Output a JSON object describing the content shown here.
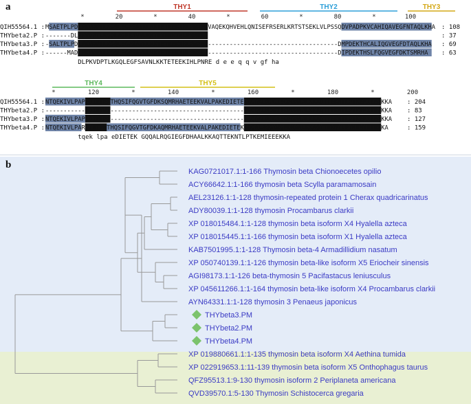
{
  "panels": {
    "a_label": "a",
    "b_label": "b"
  },
  "alignment": {
    "block1": {
      "domains": [
        {
          "name": "THY1",
          "color": "#c0392b"
        },
        {
          "name": "THY2",
          "color": "#2e9fd8"
        },
        {
          "name": "THY3",
          "color": "#d4a817"
        }
      ],
      "ticks": [
        "*",
        "20",
        "*",
        "40",
        "*",
        "60",
        "*",
        "80",
        "*",
        "100"
      ],
      "rows": [
        {
          "name": "QIH55564.1 :",
          "seq": "MSAETPLPDLPKVDPTLKGQLEGFSAVNLKKTETEEKIHLPNREDVAQEKQHVEHLQNISEFRSERLKRTSTSEKLVLPSSQDVPADPKVCAHIQAVEGFNTAQLKHA",
          "end": ": 108"
        },
        {
          "name": "THYbeta2.P :",
          "seq": "-------DLPKVDPTLKGQLEGFSAVNLKKTETEEKIHLPNRE",
          "end": ": 37"
        },
        {
          "name": "THYbeta3.P :",
          "seq": "-SALTPLPDLPKVDPTLKGQLEGFSAVNLKKTETEEKIHLPNRE-------------------------------------DMPDEKTHCALIQGVEGFDTAQLKHA",
          "end": ": 69"
        },
        {
          "name": "THYbeta4.P :",
          "seq": "------MADLPKVDPTLKGQLEGFSAVNLKKTETEEKIHLPNRE-------------------------------------DIPDEKTHSLFQGVEGFDKTSMRHA",
          "end": ": 63"
        }
      ],
      "consensus": "DLPKVDPTLKGQLEGFSAVNLKKTETEEKIHLPNRE                                      d e e   q   q v gf     ha"
    },
    "block2": {
      "domains": [
        {
          "name": "THY4",
          "color": "#5cb85c"
        },
        {
          "name": "THY5",
          "color": "#d4c017"
        }
      ],
      "ticks": [
        "*",
        "120",
        "*",
        "140",
        "*",
        "160",
        "*",
        "180",
        "*",
        "200"
      ],
      "rows": [
        {
          "name": "QIH55564.1 :",
          "seq": "NTQEKIVLPAPEDIETEKTHQSIFQGVTGFDKSQMRHAETEEKVALPAKEDIETEKGQQALRQGIEGFDHAALKKAQTTEKNTLPTKEMIEEEKKA",
          "end": ": 204"
        },
        {
          "name": "THYbeta2.P :",
          "seq": "-----------EDIETEK--------------------------------------GQQALRQGIEGFDHAALKKAQTTEKNTLPTKEMIEEEKKA",
          "end": ": 83"
        },
        {
          "name": "THYbeta3.P :",
          "seq": "NTQEKIVLPAPEDIETEK--------------------------------------GQQALRQGIEGFDHAALKKAQTTEKNTLPTKEMIEEEKKA",
          "end": ": 127"
        },
        {
          "name": "THYbeta4.P :",
          "seq": "NTQEKIVLPARDIETEKTHQSIFQGVTGFDKAQMRHAETEEKVALPAKEDIETEKGQQALRQGIEGFDHAALKKAQTTEKNTLPTKEMIEEEKKA",
          "end": ": 159"
        }
      ],
      "consensus": " tqek  lpa eDIETEK                                      GQQALRQGIEGFDHAALKKAQTTEKNTLPTKEMIEEEKKA"
    }
  },
  "tree": {
    "leaves": [
      {
        "label": "KAG0721017.1:1-166 Thymosin beta Chionoecetes opilio",
        "marker": false
      },
      {
        "label": "ACY66642.1:1-166 thymosin beta Scylla paramamosain",
        "marker": false
      },
      {
        "label": "AEL23126.1:1-128 thymosin-repeated protein 1 Cherax quadricarinatus",
        "marker": false
      },
      {
        "label": "ADY80039.1:1-128 thymosin Procambarus clarkii",
        "marker": false
      },
      {
        "label": "XP 018015484.1:1-128 thymosin beta isoform X4 Hyalella azteca",
        "marker": false
      },
      {
        "label": "XP 018015445.1:1-166 thymosin beta isoform X1 Hyalella azteca",
        "marker": false
      },
      {
        "label": "KAB7501995.1:1-128 Thymosin beta-4 Armadillidium nasatum",
        "marker": false
      },
      {
        "label": "XP 050740139.1:1-126 thymosin beta-like isoform X5 Eriocheir sinensis",
        "marker": false
      },
      {
        "label": "AGI98173.1:1-126 beta-thymosin 5 Pacifastacus leniusculus",
        "marker": false
      },
      {
        "label": "XP 045611266.1:1-164 thymosin beta-like isoform X4 Procambarus clarkii",
        "marker": false
      },
      {
        "label": "AYN64331.1:1-128 thymosin 3 Penaeus japonicus",
        "marker": false
      },
      {
        "label": "THYbeta3.PM",
        "marker": true
      },
      {
        "label": "THYbeta2.PM",
        "marker": true
      },
      {
        "label": "THYbeta4.PM",
        "marker": true
      },
      {
        "label": "XP 019880661.1:1-135 thymosin beta isoform X4 Aethina tumida",
        "marker": false
      },
      {
        "label": "XP 022919653.1:11-139 thymosin beta isoform X5 Onthophagus taurus",
        "marker": false
      },
      {
        "label": "QFZ95513.1:9-130 thymosin isoform 2 Periplaneta americana",
        "marker": false
      },
      {
        "label": "QVD39570.1:5-130 Thymosin Schistocerca gregaria",
        "marker": false
      }
    ],
    "colors": {
      "leaf_text": "#3a3ac4",
      "marker": "#7cc36c",
      "crustacean_band": "#e4ecf8",
      "insect_band": "#e9f0d3",
      "branch": "#999999"
    }
  }
}
